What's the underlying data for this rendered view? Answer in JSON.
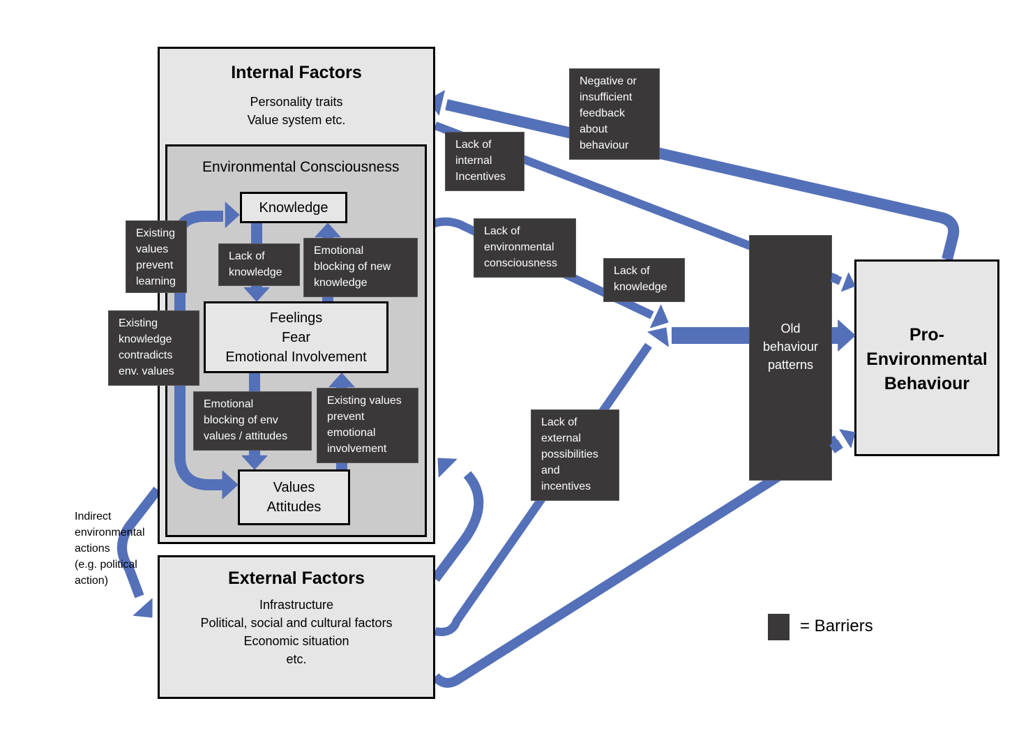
{
  "colors": {
    "arrow": "#5470b8",
    "barrier": "#3a3838",
    "box": "#e6e6e6",
    "env_box": "#cbcbcb"
  },
  "internal_factors": {
    "title": "Internal Factors",
    "lines": [
      "Personality traits",
      "Value system etc."
    ]
  },
  "environmental_consciousness": {
    "title": "Environmental Consciousness",
    "knowledge": "Knowledge",
    "feelings": [
      "Feelings",
      "Fear",
      "Emotional Involvement"
    ],
    "values": [
      "Values",
      "Attitudes"
    ]
  },
  "external_factors": {
    "title": "External Factors",
    "lines": [
      "Infrastructure",
      "Political, social and cultural factors",
      "Economic situation",
      "etc."
    ]
  },
  "pro_environmental_behaviour": {
    "lines": [
      "Pro-",
      "Environmental",
      "Behaviour"
    ]
  },
  "old_behaviour": {
    "lines": [
      "Old",
      "behaviour",
      "patterns"
    ]
  },
  "barriers": {
    "existing_values_prevent_learning": [
      "Existing",
      "values",
      "prevent",
      "learning"
    ],
    "existing_knowledge_contradicts": [
      "Existing",
      "knowledge",
      "contradicts",
      "env. values"
    ],
    "lack_of_knowledge_inner": [
      "Lack of",
      "knowledge"
    ],
    "emotional_blocking_new_knowledge": [
      "Emotional",
      "blocking of new",
      "knowledge"
    ],
    "emotional_blocking_env_values": [
      "Emotional",
      "blocking of env",
      "values / attitudes"
    ],
    "existing_values_prevent_involvement": [
      "Existing values",
      "prevent",
      "emotional",
      "involvement"
    ],
    "negative_feedback": [
      "Negative or",
      "insufficient",
      "feedback",
      "about",
      "behaviour"
    ],
    "lack_internal_incentives": [
      "Lack of",
      "internal",
      "Incentives"
    ],
    "lack_env_consciousness": [
      "Lack of",
      "environmental",
      "consciousness"
    ],
    "lack_of_knowledge_outer": [
      "Lack of",
      "knowledge"
    ],
    "lack_external_possibilities": [
      "Lack of",
      "external",
      "possibilities",
      "and",
      "incentives"
    ]
  },
  "indirect_actions_label": [
    "Indirect",
    "environmental",
    "actions",
    "(e.g. political",
    "action)"
  ],
  "legend": {
    "label": "= Barriers"
  }
}
